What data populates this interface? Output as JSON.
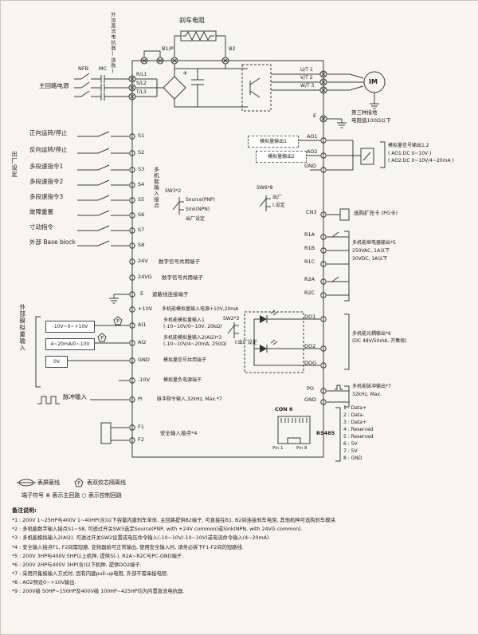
{
  "top": {
    "brake_resistor": "刹车电阻",
    "dc_reactor": "外加直流电抗器(选购)",
    "b1": "B1/P",
    "b2": "B2",
    "nfb": "NFB",
    "mc": "MC",
    "mains": "主回路电源",
    "r": "R/L1",
    "s": "S/L2",
    "t": "T/L3",
    "u": "U/T 1",
    "v": "V/T 2",
    "w": "W/T 3",
    "motor": "IM",
    "plus": "+",
    "ground_type": "第三种接地",
    "ground_res": "电阻值100Ω以下"
  },
  "left": {
    "factory_label": "出厂设定",
    "inputs": [
      {
        "label": "正向运转/停止",
        "t": "S1"
      },
      {
        "label": "反向运转/停止",
        "t": "S2"
      },
      {
        "label": "多段速指令1",
        "t": "S3"
      },
      {
        "label": "多段速指令2",
        "t": "S4"
      },
      {
        "label": "多段速指令3",
        "t": "S5"
      },
      {
        "label": "故障重置",
        "t": "S6"
      },
      {
        "label": "寸动指令",
        "t": "S7"
      },
      {
        "label": "外部 Base block",
        "t": "S8"
      }
    ],
    "mf_contact_label": "多机能输入接点",
    "sw3": {
      "name": "SW3*2",
      "opt1": "Source(PNP)",
      "opt2": "Sink(NPN)",
      "note": "出厂设定"
    },
    "p24": {
      "t": "24V",
      "desc": "数字信号共用端子"
    },
    "p24g": {
      "t": "24VG",
      "desc": "数字信号共用端子"
    },
    "shield": {
      "t": "E",
      "desc": "遮蔽线连接端子"
    },
    "p10": {
      "t": "+10V",
      "desc": "多机能模拟量输入电源+10V,20mA"
    },
    "analog_label": "外部模拟量输入",
    "ai1": {
      "src": "-10V~0~+10V",
      "t": "AI1",
      "d1": "多机能模拟量输入1",
      "d2": "(-10~10V/0~10V, 20kΩ)"
    },
    "ai2": {
      "src": "4~20mA/0~10V",
      "t": "AI2",
      "d1": "多机能模拟量输入2(AI2)*3",
      "d2": "(-10~10V/4~20mA, 250Ω)"
    },
    "agnd": {
      "src": "0V",
      "t": "GND",
      "d1": "模拟量信号共用端子"
    },
    "n10": {
      "t": "-10V",
      "d1": "模拟量负电源端子"
    },
    "sw2": {
      "name": "SW2*3",
      "note": "I:出厂设定"
    },
    "pulse": {
      "label": "脉冲输入",
      "t": "PI",
      "desc": "脉冲指令输入,32kHz, Max.*7"
    },
    "safety": {
      "t1": "F1",
      "t2": "F2",
      "desc": "安全输入接点*4"
    }
  },
  "right": {
    "ao_box1": "模拟量输出1",
    "ao_box2": "模拟量输出2",
    "ao1": "AO1",
    "ao2": "AO2",
    "agnd": "GND",
    "ao_desc1": "模拟量信号输出1,2",
    "ao_desc2": "( AO1:DC 0~10V )",
    "ao_desc3": "( AO2:DC 0~10V/4~20mA )",
    "sw6": {
      "name": "SW6*8",
      "note1": "出厂",
      "note2": "I.设定"
    },
    "cn3": {
      "t": "CN3",
      "desc": "选购扩充卡 (PG卡)"
    },
    "relay": {
      "r1a": "R1A",
      "r1b": "R1B",
      "r1c": "R1C",
      "r2a": "R2A",
      "r2c": "R2C",
      "d1": "多机能继电器输出*5",
      "d2": "250VAC, 1A以下",
      "d3": "30VDC, 1A以下"
    },
    "do": {
      "do1": "DO1",
      "do2": "DO2",
      "dog": "DOG",
      "d1": "多机能光耦输出*6",
      "d2": "(DC 48V/50mA, 开集极)"
    },
    "po": {
      "po": "PO",
      "gnd": "GND",
      "d1": "多机能脉冲输出*7",
      "d2": "32kHz, Max."
    },
    "con6": {
      "name": "CON 6",
      "bus": "RS485",
      "pin1": "Pin 1",
      "pin8": "Pin 8",
      "pins": [
        "1 : Data+",
        "2 : Data-",
        "3 : Data+",
        "4 : Reserved",
        "5 : Reserved",
        "6 : 5V",
        "7 : 5V",
        "8 : GND"
      ]
    }
  },
  "legend": {
    "shield": "表屏蔽线",
    "twisted": "表双绞芯隔离线",
    "p": "P",
    "terminal_note": "端子符号 ⊗ 表示主回路 ○ 表示控制回路"
  },
  "notes": {
    "title": "备注说明:",
    "items": [
      "*1 : 200V 1~25HP与400V 1~40HP(含)以下容量内建刹车单体, 主回路提供B2端子, 可直接在B1, B2间连接刹车电阻, 其他机种可选购刹车模块.",
      "*2 : 多机能数字输入接点S1~S8, 可透过开关SW3选定Source(PNP, with +24V common)或Sink(NPN, with 24VG common).",
      "*3 : 多机能模拟输入2(AI2), 可透过开关SW2设置成电压命令输入(-10~10V/-10~10V)或电流命令输入(4~20mA).",
      "*4 : 安全输入接点F1, F2间需短路, 变频器始可正常输出, 使用安全输入时, 请务必拆下F1-F2间的短路线.",
      "*5 : 200V 3HP与400V 5HP以上机种, 提供S(-), R2A~R2C与PC-GND端子.",
      "*6 : 200V 2HP与400V 3HP(含)以下机种, 提供DO2端子.",
      "*7 : 采用开集极输入方式时, 因有内建pull-up电阻, 外部不需串接电阻.",
      "*8 : AO2预设0~+10V输出.",
      "*9 : 200V级 50HP~150HP及400V级 100HP~425HP均为内置直流电抗器."
    ]
  }
}
